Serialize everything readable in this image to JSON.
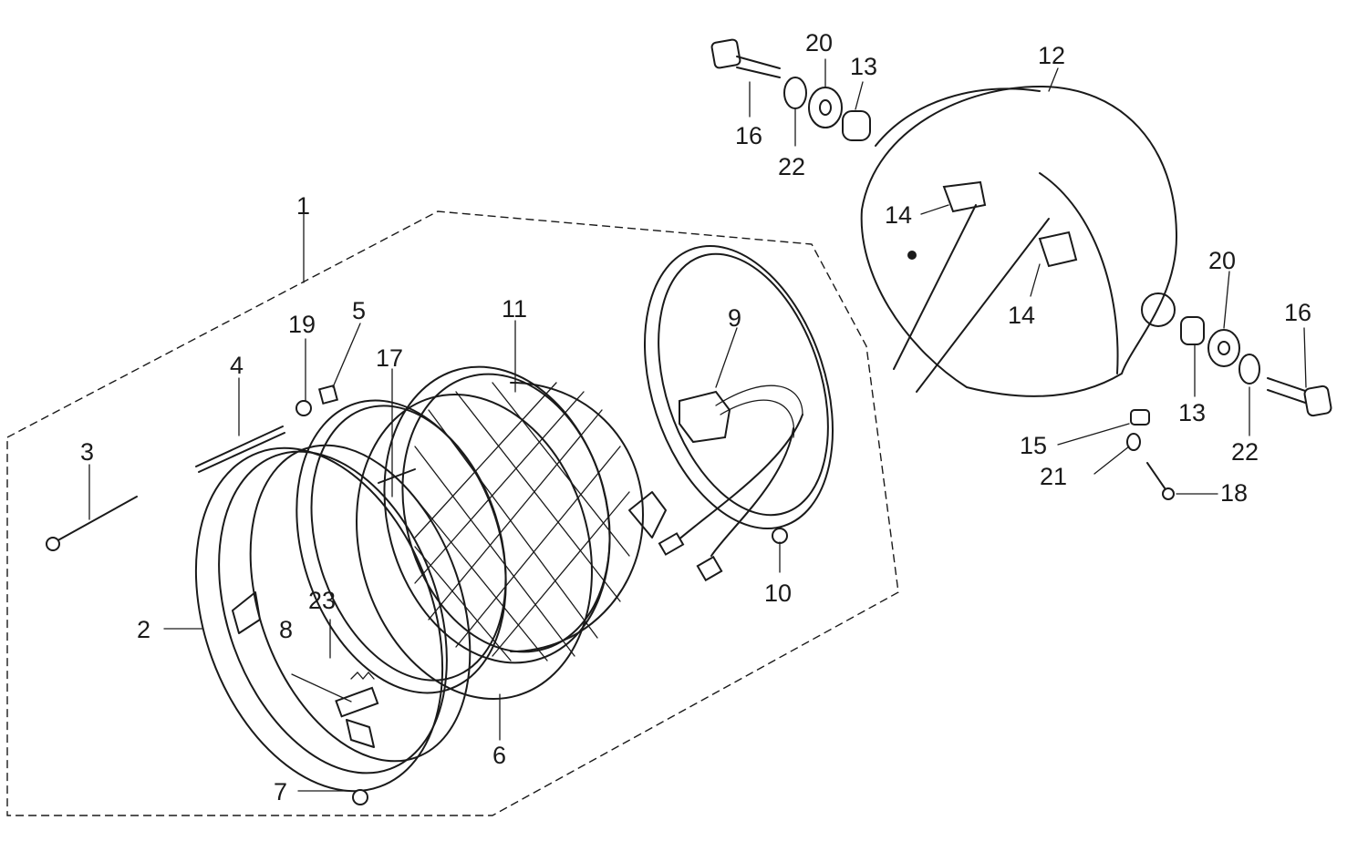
{
  "callouts": {
    "c1": "1",
    "c2": "2",
    "c3": "3",
    "c4": "4",
    "c5": "5",
    "c6": "6",
    "c7": "7",
    "c8": "8",
    "c9": "9",
    "c10": "10",
    "c11": "11",
    "c12": "12",
    "c13a": "13",
    "c13b": "13",
    "c14a": "14",
    "c14b": "14",
    "c15": "15",
    "c16a": "16",
    "c16b": "16",
    "c17": "17",
    "c18": "18",
    "c19": "19",
    "c20a": "20",
    "c20b": "20",
    "c21": "21",
    "c22a": "22",
    "c22b": "22",
    "c23": "23"
  }
}
